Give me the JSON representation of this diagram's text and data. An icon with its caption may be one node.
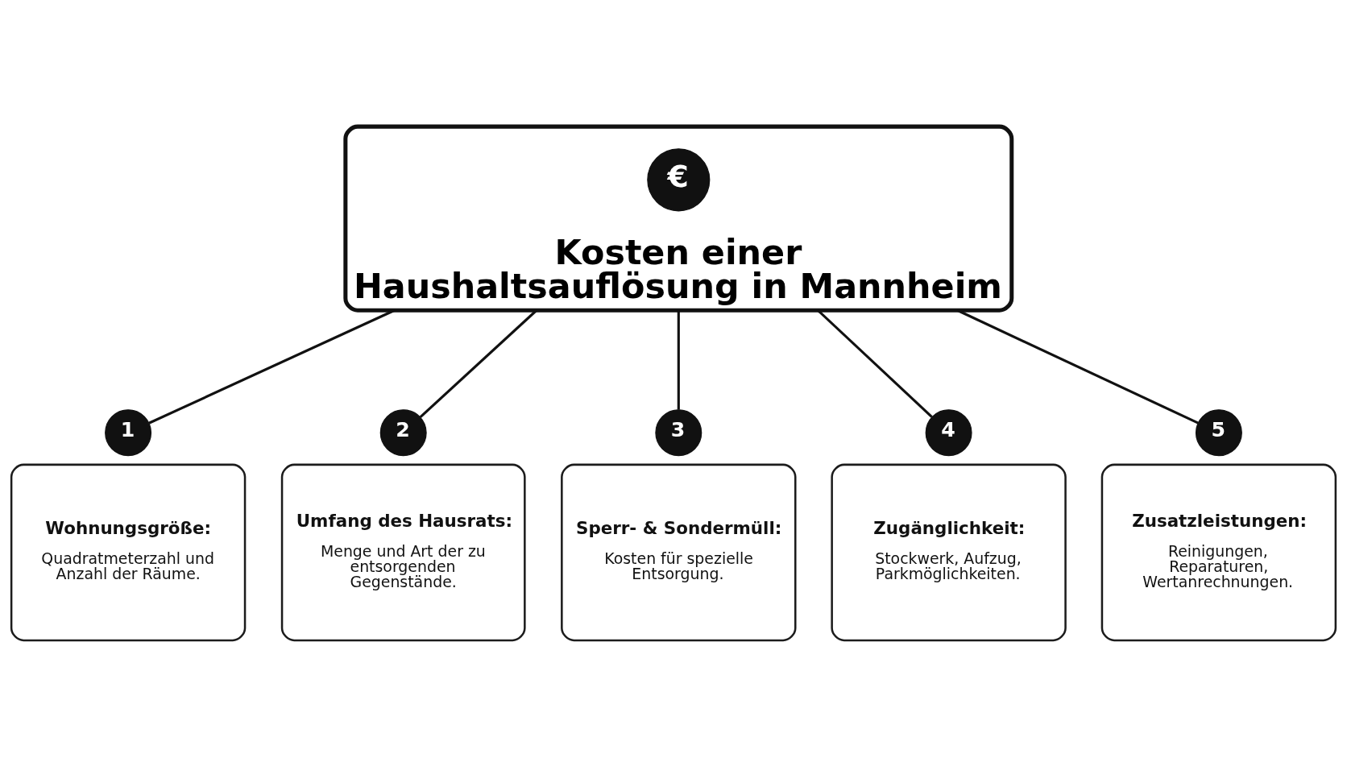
{
  "diagram": {
    "nodes": [
      {
        "text": [
          "Kosten einer Haushaltsauflösung in Mannheim"
        ]
      },
      {
        "text": [
          "€"
        ],
        "in": 0
      },
      {
        "text": [
          "1"
        ]
      },
      {
        "text": [
          "Wohnungsgröße:",
          "Quadratmeterzahl und Anzahl der Räume."
        ]
      },
      {
        "text": [
          "2"
        ]
      },
      {
        "text": [
          "Umfang des Hausrats:",
          "Menge und Art der zu entsorgenden Gegenstände."
        ]
      },
      {
        "text": [
          "3"
        ]
      },
      {
        "text": [
          "Sperr- & Sondermüll:",
          "Kosten für spezielle Entsorgung."
        ]
      },
      {
        "text": [
          "4"
        ]
      },
      {
        "text": [
          "Zugänglichkeit:",
          "Stockwerk, Aufzug, Parkmöglichkeiten."
        ]
      },
      {
        "text": [
          "5"
        ]
      },
      {
        "text": [
          "Zusatzleistungen:",
          "Reinigungen, Reparaturen, Wertanrechnungen."
        ]
      }
    ],
    "edges": [
      {
        "from": 0,
        "to": 2,
        "arrow": "none"
      },
      {
        "from": 0,
        "to": 4,
        "arrow": "none"
      },
      {
        "from": 0,
        "to": 6,
        "arrow": "none"
      },
      {
        "from": 0,
        "to": 8,
        "arrow": "none"
      },
      {
        "from": 0,
        "to": 10,
        "arrow": "none"
      }
    ]
  }
}
